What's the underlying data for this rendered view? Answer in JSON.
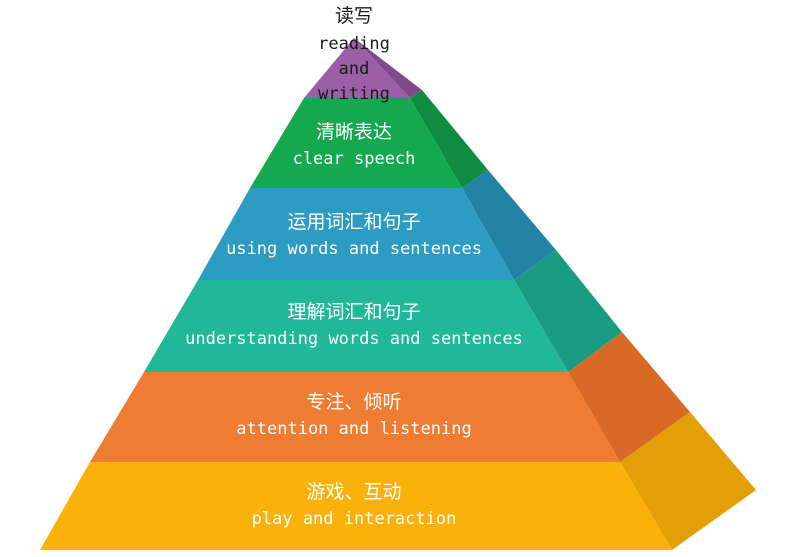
{
  "pyramid": {
    "levels": [
      {
        "id": "reading-writing",
        "zh": "读写",
        "en_lines": [
          "reading",
          "and",
          "writing"
        ],
        "colors": {
          "front": "#9B5FA8",
          "side": "#7E4A8A"
        }
      },
      {
        "id": "clear-speech",
        "zh": "清晰表达",
        "en": "clear speech",
        "colors": {
          "front": "#14A84F",
          "side": "#0F8C40"
        }
      },
      {
        "id": "using-words",
        "zh": "运用词汇和句子",
        "en": "using words and sentences",
        "colors": {
          "front": "#2C9CC3",
          "side": "#2383A6"
        }
      },
      {
        "id": "understanding-words",
        "zh": "理解词汇和句子",
        "en": "understanding words and sentences",
        "colors": {
          "front": "#21B89A",
          "side": "#199C82"
        }
      },
      {
        "id": "attention-listening",
        "zh": "专注、倾听",
        "en": "attention and listening",
        "colors": {
          "front": "#EE7D33",
          "side": "#D96A25"
        }
      },
      {
        "id": "play-interaction",
        "zh": "游戏、互动",
        "en": "play and interaction",
        "colors": {
          "front": "#FAB20A",
          "side": "#E59F06"
        }
      }
    ]
  }
}
